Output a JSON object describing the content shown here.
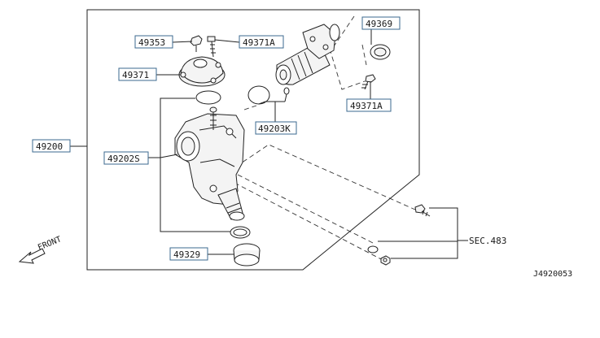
{
  "labels": {
    "p49353": "49353",
    "p49371a_top": "49371A",
    "p49371": "49371",
    "p49369": "49369",
    "p49371a_right": "49371A",
    "p49203k": "49203K",
    "p49200": "49200",
    "p49202s": "49202S",
    "p49329": "49329",
    "sec483": "SEC.483",
    "front": "FRONT",
    "diagram_code": "J4920053"
  }
}
